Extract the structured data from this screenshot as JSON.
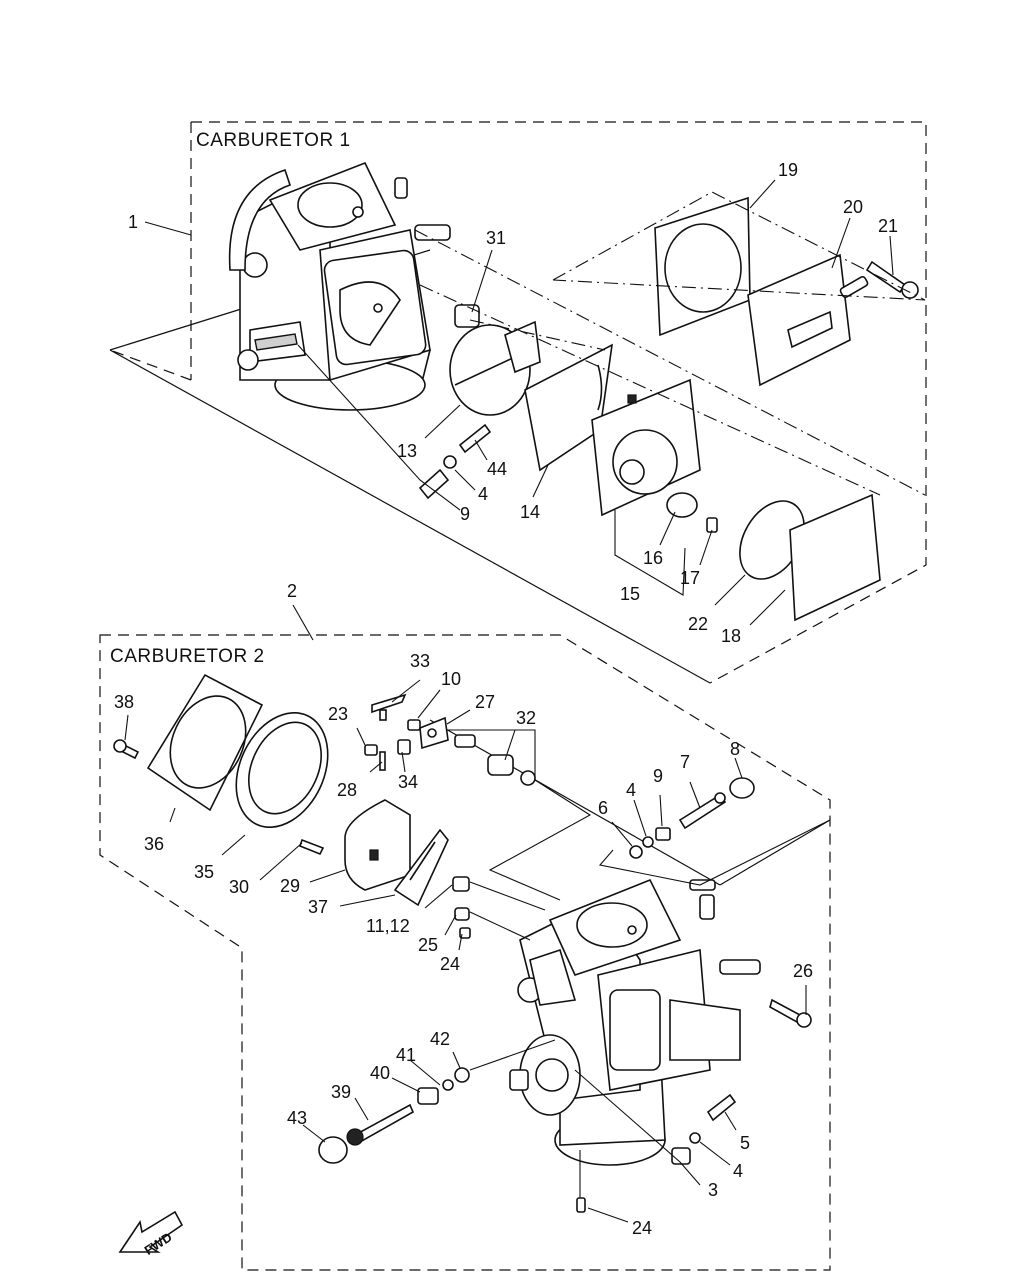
{
  "sections": {
    "carb1": "CARBURETOR 1",
    "carb2": "CARBURETOR 2"
  },
  "callouts": [
    {
      "id": "c1",
      "text": "1"
    },
    {
      "id": "c19",
      "text": "19"
    },
    {
      "id": "c20",
      "text": "20"
    },
    {
      "id": "c21",
      "text": "21"
    },
    {
      "id": "c31",
      "text": "31"
    },
    {
      "id": "c13",
      "text": "13"
    },
    {
      "id": "c44",
      "text": "44"
    },
    {
      "id": "c4a",
      "text": "4"
    },
    {
      "id": "c9a",
      "text": "9"
    },
    {
      "id": "c14",
      "text": "14"
    },
    {
      "id": "c16",
      "text": "16"
    },
    {
      "id": "c17",
      "text": "17"
    },
    {
      "id": "c15",
      "text": "15"
    },
    {
      "id": "c22",
      "text": "22"
    },
    {
      "id": "c18",
      "text": "18"
    },
    {
      "id": "c2",
      "text": "2"
    },
    {
      "id": "c33",
      "text": "33"
    },
    {
      "id": "c10",
      "text": "10"
    },
    {
      "id": "c27",
      "text": "27"
    },
    {
      "id": "c23",
      "text": "23"
    },
    {
      "id": "c32",
      "text": "32"
    },
    {
      "id": "c38",
      "text": "38"
    },
    {
      "id": "c28",
      "text": "28"
    },
    {
      "id": "c34",
      "text": "34"
    },
    {
      "id": "c8",
      "text": "8"
    },
    {
      "id": "c7",
      "text": "7"
    },
    {
      "id": "c4b",
      "text": "4"
    },
    {
      "id": "c9b",
      "text": "9"
    },
    {
      "id": "c6",
      "text": "6"
    },
    {
      "id": "c36",
      "text": "36"
    },
    {
      "id": "c35",
      "text": "35"
    },
    {
      "id": "c30",
      "text": "30"
    },
    {
      "id": "c29",
      "text": "29"
    },
    {
      "id": "c37",
      "text": "37"
    },
    {
      "id": "c1112",
      "text": "11,12"
    },
    {
      "id": "c25",
      "text": "25"
    },
    {
      "id": "c24a",
      "text": "24"
    },
    {
      "id": "c26",
      "text": "26"
    },
    {
      "id": "c42",
      "text": "42"
    },
    {
      "id": "c41",
      "text": "41"
    },
    {
      "id": "c40",
      "text": "40"
    },
    {
      "id": "c39",
      "text": "39"
    },
    {
      "id": "c43",
      "text": "43"
    },
    {
      "id": "c5",
      "text": "5"
    },
    {
      "id": "c4c",
      "text": "4"
    },
    {
      "id": "c3",
      "text": "3"
    },
    {
      "id": "c24b",
      "text": "24"
    }
  ],
  "fwd_label": "FWD"
}
